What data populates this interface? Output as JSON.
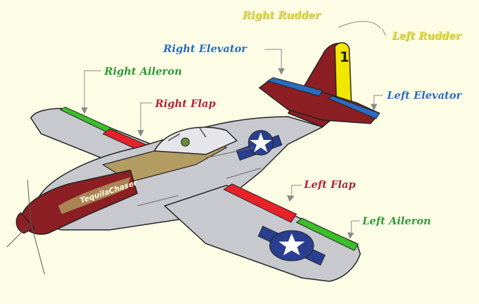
{
  "labels": {
    "right_rudder": "Right Rudder",
    "left_rudder": "Left Rudder",
    "right_elevator": "Right Elevator",
    "left_elevator": "Left Elevator",
    "right_aileron": "Right Aileron",
    "right_flap": "Right Flap",
    "left_flap": "Left Flap",
    "left_aileron": "Left Aileron"
  },
  "nose_text": "TequilaChaser",
  "colors": {
    "background": "#fdfde6",
    "rudder": "#f3e600",
    "elevator": "#2a6cc0",
    "aileron": "#3bbf2a",
    "flap": "#e8222b",
    "body": "#c7c9cf",
    "nose": "#8b1f23",
    "canopy": "#b39c62"
  }
}
